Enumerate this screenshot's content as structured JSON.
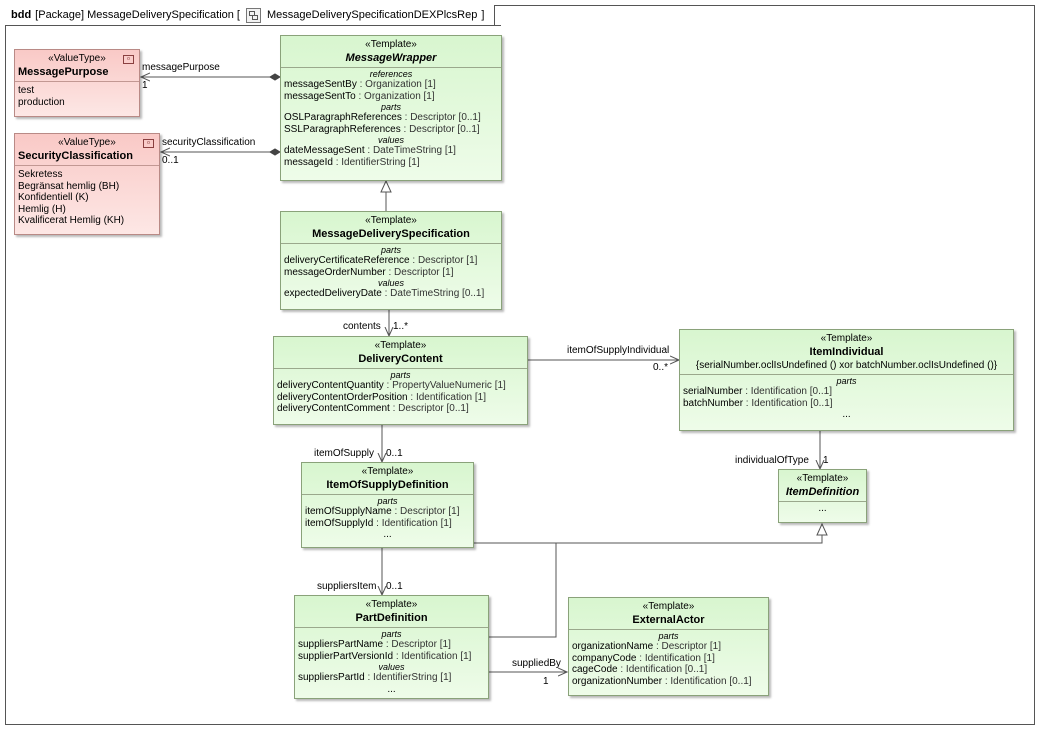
{
  "frame": {
    "kind": "bdd",
    "title": "[Package] MessageDeliverySpecification [",
    "diagram_name": "MessageDeliverySpecificationDEXPlcsRep",
    "close": "]"
  },
  "classes": {
    "message_wrapper": {
      "stereotype": "«Template»",
      "name": "MessageWrapper",
      "sections": [
        {
          "title": "references",
          "rows": [
            {
              "name": "messageSentBy",
              "type": " : Organization [1]"
            },
            {
              "name": "messageSentTo",
              "type": " : Organization [1]"
            }
          ]
        },
        {
          "title": "parts",
          "rows": [
            {
              "name": "OSLParagraphReferences",
              "type": " : Descriptor [0..1]"
            },
            {
              "name": "SSLParagraphReferences",
              "type": " : Descriptor [0..1]"
            }
          ]
        },
        {
          "title": "values",
          "rows": [
            {
              "name": "dateMessageSent",
              "type": " : DateTimeString [1]"
            },
            {
              "name": "messageId",
              "type": " : IdentifierString [1]"
            }
          ]
        }
      ]
    },
    "message_purpose": {
      "stereotype": "«ValueType»",
      "name": "MessagePurpose",
      "literals": [
        "test",
        "production"
      ]
    },
    "security_classification": {
      "stereotype": "«ValueType»",
      "name": "SecurityClassification",
      "literals": [
        "Sekretess",
        "Begränsat hemlig (BH)",
        "Konfidentiell (K)",
        "Hemlig (H)",
        "Kvalificerat Hemlig (KH)"
      ]
    },
    "message_delivery_specification": {
      "stereotype": "«Template»",
      "name": "MessageDeliverySpecification",
      "sections": [
        {
          "title": "parts",
          "rows": [
            {
              "name": "deliveryCertificateReference",
              "type": " : Descriptor [1]"
            },
            {
              "name": "messageOrderNumber",
              "type": " : Descriptor [1]"
            }
          ]
        },
        {
          "title": "values",
          "rows": [
            {
              "name": "expectedDeliveryDate",
              "type": " : DateTimeString [0..1]"
            }
          ]
        }
      ]
    },
    "delivery_content": {
      "stereotype": "«Template»",
      "name": "DeliveryContent",
      "sections": [
        {
          "title": "parts",
          "rows": [
            {
              "name": "deliveryContentQuantity",
              "type": " : PropertyValueNumeric [1]"
            },
            {
              "name": "deliveryContentOrderPosition",
              "type": " : Identification [1]"
            },
            {
              "name": "deliveryContentComment",
              "type": " : Descriptor [0..1]"
            }
          ]
        }
      ]
    },
    "item_individual": {
      "stereotype": "«Template»",
      "name": "ItemIndividual",
      "constraint": "{serialNumber.oclIsUndefined () xor batchNumber.oclIsUndefined ()}",
      "sections": [
        {
          "title": "parts",
          "rows": [
            {
              "name": "serialNumber",
              "type": " : Identification [0..1]"
            },
            {
              "name": "batchNumber",
              "type": " : Identification [0..1]"
            }
          ]
        }
      ],
      "ellipsis": "..."
    },
    "item_of_supply_definition": {
      "stereotype": "«Template»",
      "name": "ItemOfSupplyDefinition",
      "sections": [
        {
          "title": "parts",
          "rows": [
            {
              "name": "itemOfSupplyName",
              "type": " : Descriptor [1]"
            },
            {
              "name": "itemOfSupplyId",
              "type": " : Identification [1]"
            }
          ]
        }
      ],
      "ellipsis": "..."
    },
    "item_definition": {
      "stereotype": "«Template»",
      "name": "ItemDefinition",
      "ellipsis": "..."
    },
    "part_definition": {
      "stereotype": "«Template»",
      "name": "PartDefinition",
      "sections": [
        {
          "title": "parts",
          "rows": [
            {
              "name": "suppliersPartName",
              "type": " : Descriptor [1]"
            },
            {
              "name": "supplierPartVersionId",
              "type": " : Identification [1]"
            }
          ]
        },
        {
          "title": "values",
          "rows": [
            {
              "name": "suppliersPartId",
              "type": " : IdentifierString [1]"
            }
          ]
        }
      ],
      "ellipsis": "..."
    },
    "external_actor": {
      "stereotype": "«Template»",
      "name": "ExternalActor",
      "sections": [
        {
          "title": "parts",
          "rows": [
            {
              "name": "organizationName",
              "type": " : Descriptor [1]"
            },
            {
              "name": "companyCode",
              "type": " : Identification [1]"
            },
            {
              "name": "cageCode",
              "type": " : Identification [0..1]"
            },
            {
              "name": "organizationNumber",
              "type": " : Identification [0..1]"
            }
          ]
        }
      ]
    }
  },
  "associations": {
    "message_purpose": {
      "role": "messagePurpose",
      "multiplicity": "1"
    },
    "security_classification": {
      "role": "securityClassification",
      "multiplicity": "0..1"
    },
    "contents": {
      "role": "contents",
      "multiplicity": "1..*"
    },
    "item_of_supply_individual": {
      "role": "itemOfSupplyIndividual",
      "multiplicity": "0..*"
    },
    "item_of_supply": {
      "role": "itemOfSupply",
      "multiplicity": "0..1"
    },
    "individual_of_type": {
      "role": "individualOfType",
      "multiplicity": "1"
    },
    "suppliers_item": {
      "role": "suppliersItem",
      "multiplicity": "0..1"
    },
    "supplied_by": {
      "role": "suppliedBy",
      "multiplicity": "1"
    }
  },
  "colors": {
    "template_fill": "#d8f6cf",
    "valuetype_fill": "#f9c9c6",
    "line": "#555555"
  }
}
